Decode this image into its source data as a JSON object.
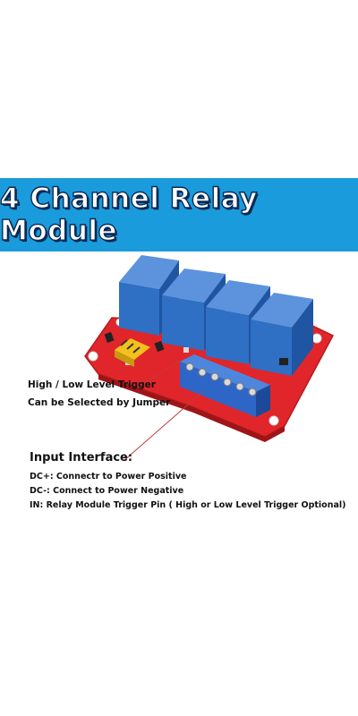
{
  "banner": {
    "title": "4 Channel Relay Module",
    "background_color": "#1a9bdc"
  },
  "callout": {
    "line1": "High / Low Level Trigger",
    "line2": "Can be Selected by Jumper"
  },
  "input_interface": {
    "heading": "Input Interface:",
    "lines": [
      "DC+: Connectr to Power Positive",
      "DC-: Connect to Power Negative",
      "IN: Relay Module Trigger Pin ( High or Low Level Trigger Optional)"
    ]
  },
  "colors": {
    "pcb": "#e0262a",
    "relay": "#2f6fc4",
    "terminal": "#2e66c7",
    "jumper": "#f3c11d",
    "leader_line": "#c23b3b"
  }
}
